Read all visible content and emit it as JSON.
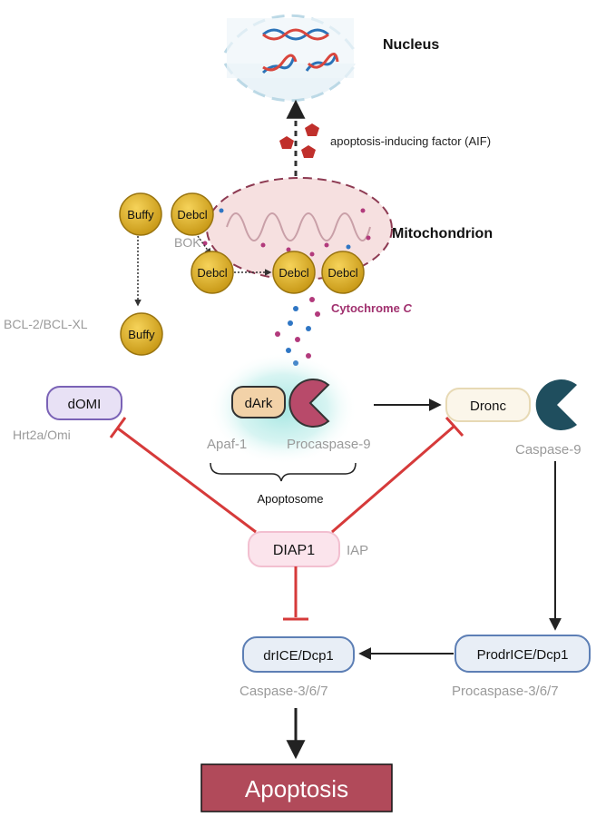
{
  "nucleus": {
    "label": "Nucleus"
  },
  "aif": {
    "label": "apoptosis-inducing factor (AIF)"
  },
  "mitochondrion": {
    "label": "Mitochondrion"
  },
  "cytochrome": {
    "prefix": "Cytochrome ",
    "italic": "C"
  },
  "buffy": {
    "top": "Buffy",
    "bottom": "Buffy"
  },
  "debcl": {
    "top": "Debcl",
    "middle": "Debcl",
    "pair_left": "Debcl",
    "pair_right": "Debcl"
  },
  "bok": {
    "label": "BOK"
  },
  "bcl2": {
    "label": "BCL-2/BCL-XL"
  },
  "domi": {
    "label": "dOMI",
    "homolog": "Hrt2a/Omi"
  },
  "dark": {
    "label": "dArk",
    "homolog": "Apaf-1"
  },
  "procaspase9": {
    "label": "Procaspase-9"
  },
  "apoptosome": {
    "label": "Apoptosome"
  },
  "dronc": {
    "label": "Dronc",
    "homolog": "Caspase-9"
  },
  "diap1": {
    "label": "DIAP1",
    "homolog": "IAP"
  },
  "drice": {
    "label": "drICE/Dcp1",
    "homolog": "Caspase-3/6/7"
  },
  "prodrice": {
    "label": "ProdrICE/Dcp1",
    "homolog": "Procaspase-3/6/7"
  },
  "apoptosis": {
    "label": "Apoptosis"
  },
  "colors": {
    "inhibit": "#d63a3a",
    "activate": "#222222",
    "gold": "#d9ad2c",
    "caspase9_blue": "#1f4e5e",
    "procaspase9": "#b84a6a",
    "apoptosis_box": "#b14a5a",
    "gray_text": "#9a9a9a"
  }
}
